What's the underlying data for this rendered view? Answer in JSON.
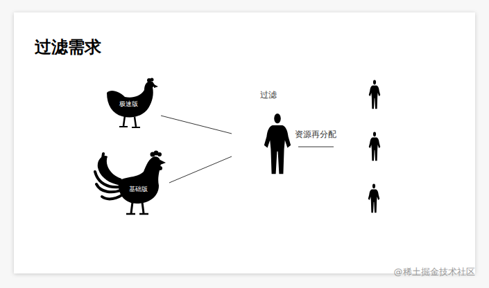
{
  "diagram": {
    "title": "过滤需求",
    "nodes": [
      {
        "text": [
          "极速版"
        ]
      },
      {
        "text": [
          "基础版"
        ]
      },
      {
        "text": [
          "过滤"
        ]
      }
    ],
    "edges": [
      {
        "from": 0,
        "to": 2,
        "arrow": "none"
      },
      {
        "from": 1,
        "to": 2,
        "arrow": "none"
      }
    ],
    "labels": [
      "资源再分配",
      "@稀土掘金技术社区"
    ]
  }
}
